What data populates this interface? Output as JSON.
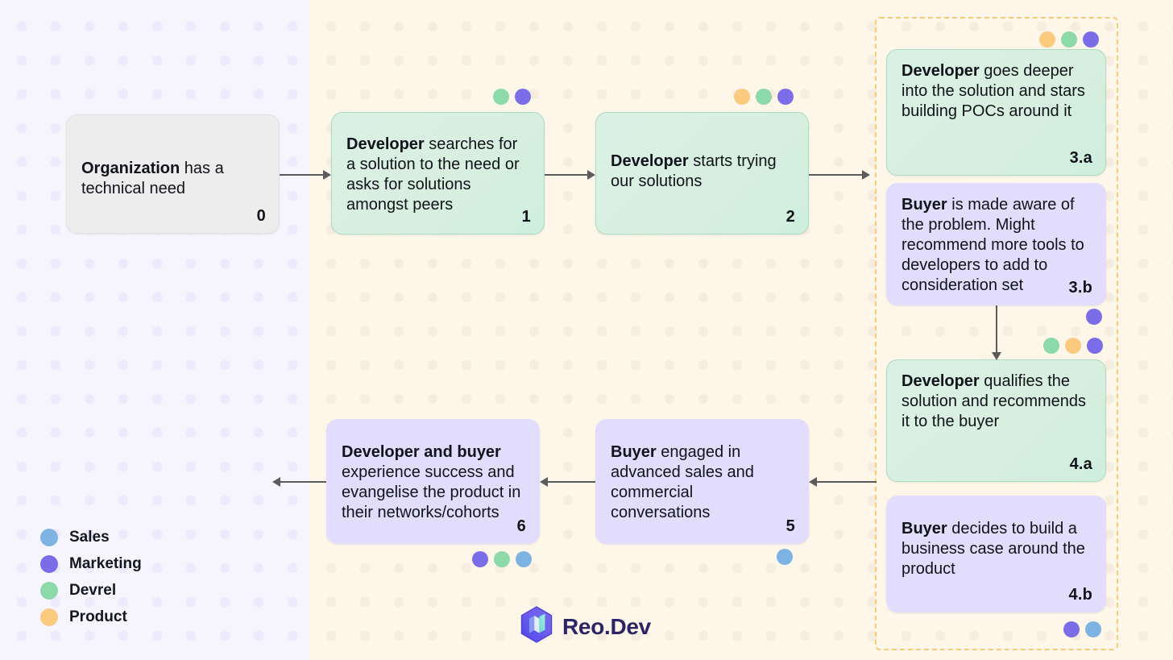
{
  "brand": {
    "name": "Reo.Dev",
    "logo_icon": "reodev-hexagon-logo"
  },
  "palette": {
    "sales": "#7cb3e3",
    "marketing": "#7b6ce8",
    "devrel": "#8cd9a9",
    "product": "#fcca7f",
    "group_border": "#f9c97c",
    "left_panel_bg": "#f6f5fe",
    "right_panel_bg": "#fdf6e9",
    "arrow": "#5b5b5b"
  },
  "legend": {
    "items": [
      {
        "label": "Sales",
        "color_key": "sales"
      },
      {
        "label": "Marketing",
        "color_key": "marketing"
      },
      {
        "label": "Devrel",
        "color_key": "devrel"
      },
      {
        "label": "Product",
        "color_key": "product"
      }
    ]
  },
  "steps": [
    {
      "id": "step-0",
      "number": "0",
      "lead": "Organization",
      "rest": " has a technical need",
      "style": "grey",
      "owners": []
    },
    {
      "id": "step-1",
      "number": "1",
      "lead": "Developer",
      "rest": " searches for a solution to the need or asks for solutions amongst peers",
      "style": "green",
      "owners": [
        "devrel",
        "marketing"
      ]
    },
    {
      "id": "step-2",
      "number": "2",
      "lead": "Developer",
      "rest": " starts trying our solutions",
      "style": "green",
      "owners": [
        "product",
        "devrel",
        "marketing"
      ]
    },
    {
      "id": "step-3a",
      "number": "3.a",
      "lead": "Developer",
      "rest": " goes deeper into the solution and stars building POCs around it",
      "style": "green",
      "owners": [
        "product",
        "devrel",
        "marketing"
      ]
    },
    {
      "id": "step-3b",
      "number": "3.b",
      "lead": "Buyer",
      "rest": " is made aware of the problem. Might recommend more tools to developers to add to consideration set",
      "style": "purple",
      "owners": [
        "marketing"
      ]
    },
    {
      "id": "step-4a",
      "number": "4.a",
      "lead": "Developer",
      "rest": " qualifies the solution and recommends it to the buyer",
      "style": "green",
      "owners": [
        "devrel",
        "product",
        "marketing"
      ]
    },
    {
      "id": "step-4b",
      "number": "4.b",
      "lead": "Buyer",
      "rest": " decides to build a business case around the product",
      "style": "purple",
      "owners": [
        "marketing",
        "sales"
      ]
    },
    {
      "id": "step-5",
      "number": "5",
      "lead": "Buyer",
      "rest": " engaged in advanced sales and commercial conversations",
      "style": "purple",
      "owners": [
        "sales"
      ]
    },
    {
      "id": "step-6",
      "number": "6",
      "lead": "Developer and buyer",
      "rest": " experience success and evangelise the product in their networks/cohorts",
      "style": "purple",
      "owners": [
        "marketing",
        "devrel",
        "sales"
      ]
    }
  ],
  "connectors": [
    {
      "name": "arrow-0-to-1",
      "direction": "right"
    },
    {
      "name": "arrow-1-to-2",
      "direction": "right"
    },
    {
      "name": "arrow-2-to-group",
      "direction": "right"
    },
    {
      "name": "arrow-3b-to-4a",
      "direction": "down"
    },
    {
      "name": "arrow-group-to-5",
      "direction": "left"
    },
    {
      "name": "arrow-5-to-6",
      "direction": "left"
    },
    {
      "name": "arrow-6-to-start",
      "direction": "left"
    }
  ]
}
